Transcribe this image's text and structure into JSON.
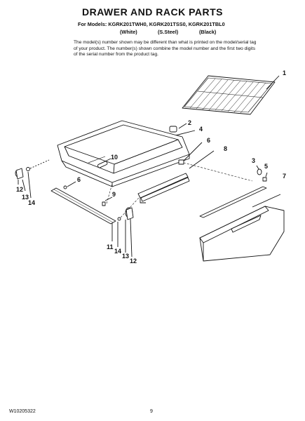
{
  "header": {
    "title": "DRAWER AND RACK PARTS",
    "models": "For Models: KGRK201TWH0, KGRK201TSS0, KGRK201TBL0",
    "colors": [
      "(White)",
      "(S.Steel)",
      "(Black)"
    ]
  },
  "note": "The model(s) number shown may be different than what is printed on the model/serial tag of your product. The number(s) shown combine the model number and the first two digits of the serial number from the product tag.",
  "callouts": [
    "1",
    "2",
    "4",
    "6",
    "8",
    "10",
    "3",
    "5",
    "7",
    "6",
    "9",
    "12",
    "13",
    "14",
    "11",
    "14",
    "13",
    "12"
  ],
  "footer": {
    "doc_number": "W10205322",
    "page_number": "9"
  }
}
